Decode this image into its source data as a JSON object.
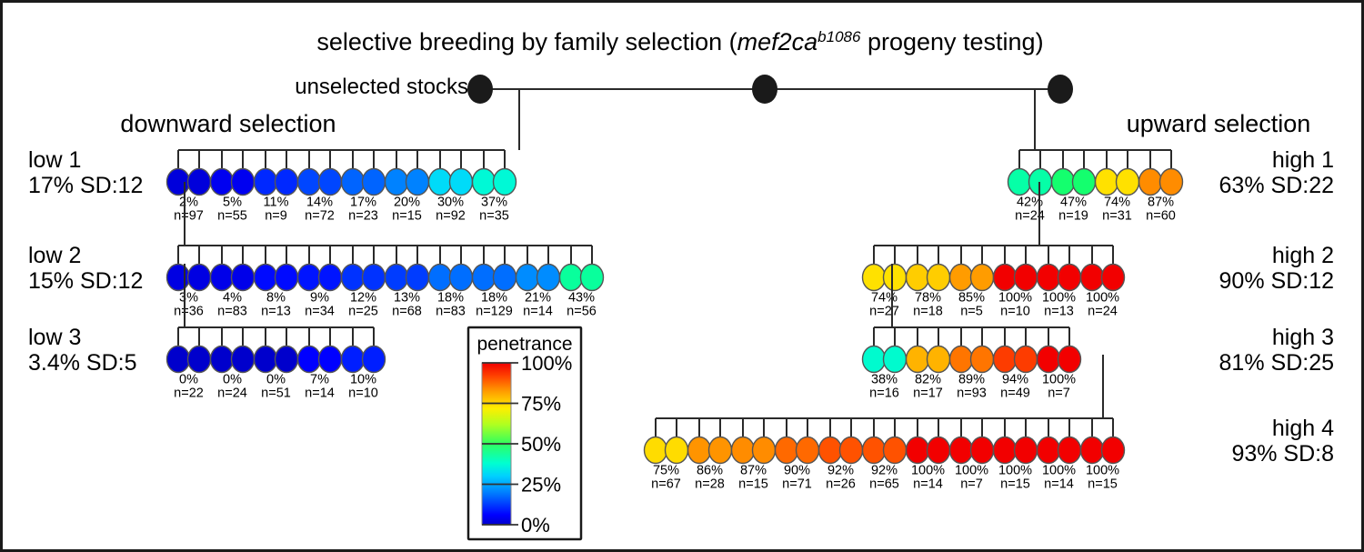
{
  "figure": {
    "title_prefix": "selective breeding by family selection (",
    "title_gene": "mef2ca",
    "title_allele": "b1086",
    "title_suffix": " progeny testing)",
    "unselected_label": "unselected stocks",
    "downward_label": "downward selection",
    "upward_label": "upward selection"
  },
  "legend": {
    "title": "penetrance",
    "ticks": [
      "100%",
      "75%",
      "50%",
      "25%",
      "0%"
    ],
    "colormap": "jet",
    "min": 0,
    "max": 100
  },
  "chart_data": {
    "type": "pedigree",
    "title": "selective breeding by family selection (mef2ca b1086 progeny testing)",
    "value_label": "penetrance",
    "colormap": "jet",
    "value_range": [
      0,
      100
    ],
    "founders": 3,
    "generations": [
      {
        "id": "low1",
        "label": "low 1",
        "summary": "17% SD:12",
        "mean": 17,
        "sd": 12,
        "side": "left",
        "pairs": [
          {
            "penetrance": "2%",
            "value": 2,
            "n": "n=97"
          },
          {
            "penetrance": "5%",
            "value": 5,
            "n": "n=55"
          },
          {
            "penetrance": "11%",
            "value": 11,
            "n": "n=9"
          },
          {
            "penetrance": "14%",
            "value": 14,
            "n": "n=72"
          },
          {
            "penetrance": "17%",
            "value": 17,
            "n": "n=23"
          },
          {
            "penetrance": "20%",
            "value": 20,
            "n": "n=15"
          },
          {
            "penetrance": "30%",
            "value": 30,
            "n": "n=92"
          },
          {
            "penetrance": "37%",
            "value": 37,
            "n": "n=35"
          }
        ]
      },
      {
        "id": "low2",
        "label": "low 2",
        "summary": "15% SD:12",
        "mean": 15,
        "sd": 12,
        "side": "left",
        "pairs": [
          {
            "penetrance": "3%",
            "value": 3,
            "n": "n=36"
          },
          {
            "penetrance": "4%",
            "value": 4,
            "n": "n=83"
          },
          {
            "penetrance": "8%",
            "value": 8,
            "n": "n=13"
          },
          {
            "penetrance": "9%",
            "value": 9,
            "n": "n=34"
          },
          {
            "penetrance": "12%",
            "value": 12,
            "n": "n=25"
          },
          {
            "penetrance": "13%",
            "value": 13,
            "n": "n=68"
          },
          {
            "penetrance": "18%",
            "value": 18,
            "n": "n=83"
          },
          {
            "penetrance": "18%",
            "value": 18,
            "n": "n=129"
          },
          {
            "penetrance": "21%",
            "value": 21,
            "n": "n=14"
          },
          {
            "penetrance": "43%",
            "value": 43,
            "n": "n=56"
          }
        ]
      },
      {
        "id": "low3",
        "label": "low 3",
        "summary": "3.4% SD:5",
        "mean": 3.4,
        "sd": 5,
        "side": "left",
        "pairs": [
          {
            "penetrance": "0%",
            "value": 0,
            "n": "n=22"
          },
          {
            "penetrance": "0%",
            "value": 0,
            "n": "n=24"
          },
          {
            "penetrance": "0%",
            "value": 0,
            "n": "n=51"
          },
          {
            "penetrance": "7%",
            "value": 7,
            "n": "n=14"
          },
          {
            "penetrance": "10%",
            "value": 10,
            "n": "n=10"
          }
        ]
      },
      {
        "id": "high1",
        "label": "high 1",
        "summary": "63% SD:22",
        "mean": 63,
        "sd": 22,
        "side": "right",
        "pairs": [
          {
            "penetrance": "42%",
            "value": 42,
            "n": "n=24"
          },
          {
            "penetrance": "47%",
            "value": 47,
            "n": "n=19"
          },
          {
            "penetrance": "74%",
            "value": 74,
            "n": "n=31"
          },
          {
            "penetrance": "87%",
            "value": 87,
            "n": "n=60"
          }
        ]
      },
      {
        "id": "high2",
        "label": "high 2",
        "summary": "90% SD:12",
        "mean": 90,
        "sd": 12,
        "side": "right",
        "pairs": [
          {
            "penetrance": "74%",
            "value": 74,
            "n": "n=27"
          },
          {
            "penetrance": "78%",
            "value": 78,
            "n": "n=18"
          },
          {
            "penetrance": "85%",
            "value": 85,
            "n": "n=5"
          },
          {
            "penetrance": "100%",
            "value": 100,
            "n": "n=10"
          },
          {
            "penetrance": "100%",
            "value": 100,
            "n": "n=13"
          },
          {
            "penetrance": "100%",
            "value": 100,
            "n": "n=24"
          }
        ]
      },
      {
        "id": "high3",
        "label": "high 3",
        "summary": "81% SD:25",
        "mean": 81,
        "sd": 25,
        "side": "right",
        "pairs": [
          {
            "penetrance": "38%",
            "value": 38,
            "n": "n=16"
          },
          {
            "penetrance": "82%",
            "value": 82,
            "n": "n=17"
          },
          {
            "penetrance": "89%",
            "value": 89,
            "n": "n=93"
          },
          {
            "penetrance": "94%",
            "value": 94,
            "n": "n=49"
          },
          {
            "penetrance": "100%",
            "value": 100,
            "n": "n=7"
          }
        ]
      },
      {
        "id": "high4",
        "label": "high 4",
        "summary": "93% SD:8",
        "mean": 93,
        "sd": 8,
        "side": "right",
        "pairs": [
          {
            "penetrance": "75%",
            "value": 75,
            "n": "n=67"
          },
          {
            "penetrance": "86%",
            "value": 86,
            "n": "n=28"
          },
          {
            "penetrance": "87%",
            "value": 87,
            "n": "n=15"
          },
          {
            "penetrance": "90%",
            "value": 90,
            "n": "n=71"
          },
          {
            "penetrance": "92%",
            "value": 92,
            "n": "n=26"
          },
          {
            "penetrance": "92%",
            "value": 92,
            "n": "n=65"
          },
          {
            "penetrance": "100%",
            "value": 100,
            "n": "n=14"
          },
          {
            "penetrance": "100%",
            "value": 100,
            "n": "n=7"
          },
          {
            "penetrance": "100%",
            "value": 100,
            "n": "n=15"
          },
          {
            "penetrance": "100%",
            "value": 100,
            "n": "n=14"
          },
          {
            "penetrance": "100%",
            "value": 100,
            "n": "n=15"
          }
        ]
      }
    ]
  }
}
